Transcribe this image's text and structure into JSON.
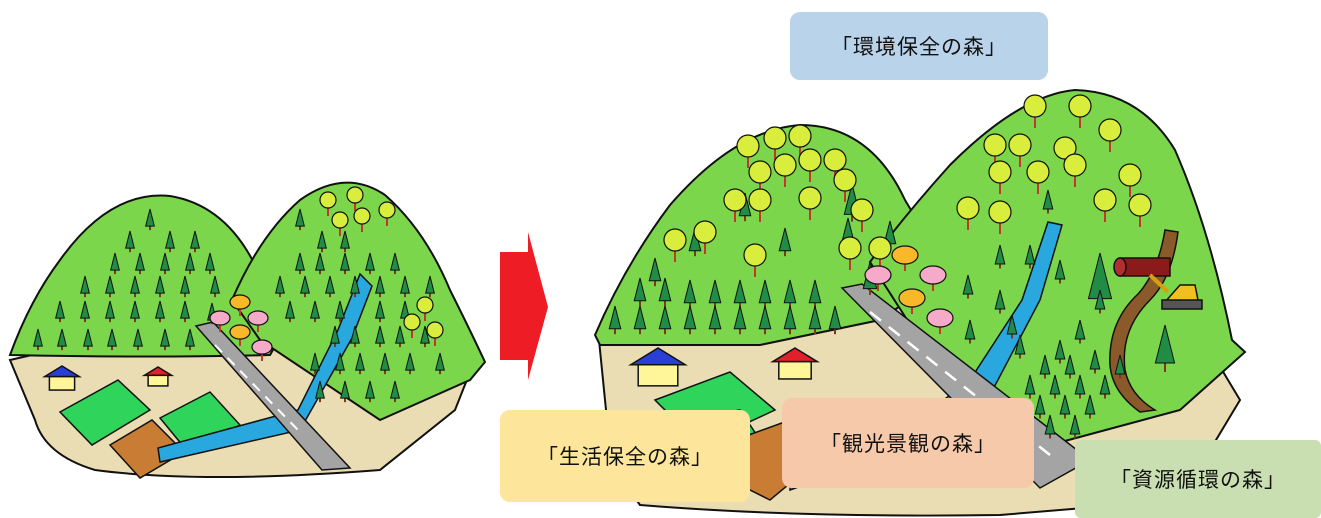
{
  "labels": {
    "environment_forest": "「環境保全の森」",
    "living_forest": "「生活保全の森」",
    "tourism_forest": "「観光景観の森」",
    "resource_forest": "「資源循環の森」"
  },
  "colors": {
    "environment_box": "#b9d3ea",
    "living_box": "#fde59c",
    "tourism_box": "#f6c9ab",
    "resource_box": "#c9deb1",
    "arrow": "#ee1c24",
    "mountain": "#7bd64b",
    "conifer": "#218c46",
    "broadleaf": "#d9ee3c",
    "sakura": "#f4aac8",
    "autumn": "#f9b82a",
    "ground": "#eadcb3",
    "road": "#a4a4a4",
    "river": "#29a8e0",
    "field_green": "#2fd55a",
    "field_brown": "#c97c33"
  },
  "icons": [
    "conifer-tree-icon",
    "broadleaf-tree-icon",
    "house-icon",
    "excavator-icon",
    "log-pile-icon",
    "right-arrow-icon"
  ]
}
